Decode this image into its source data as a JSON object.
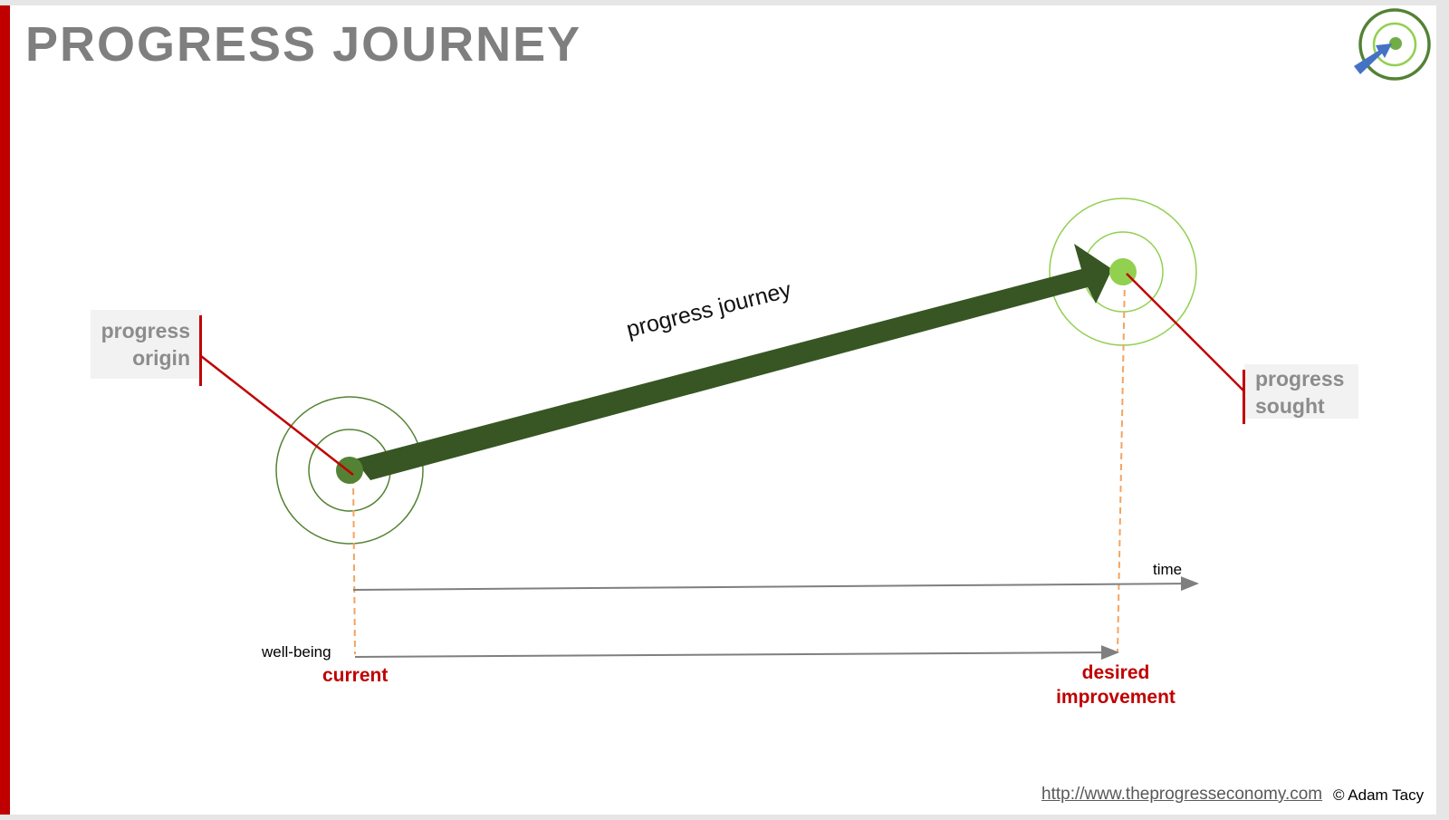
{
  "title": "PROGRESS JOURNEY",
  "journey_label": "progress journey",
  "callouts": {
    "origin_line1": "progress",
    "origin_line2": "origin",
    "sought_line1": "progress",
    "sought_line2": "sought"
  },
  "axes": {
    "time_label": "time",
    "wellbeing_label": "well-being",
    "current_label": "current",
    "desired_line1": "desired",
    "desired_line2": "improvement"
  },
  "footer": {
    "url": "http://www.theprogresseconomy.com",
    "copyright": "© Adam Tacy"
  },
  "colors": {
    "accent_red": "#c00000",
    "journey_arrow": "#375623",
    "origin_dot": "#548235",
    "target_dot": "#92d050",
    "dashed_guides": "#f4a460",
    "axis_gray": "#7f7f7f"
  },
  "icons": {
    "logo": "target-with-arrow-icon"
  }
}
